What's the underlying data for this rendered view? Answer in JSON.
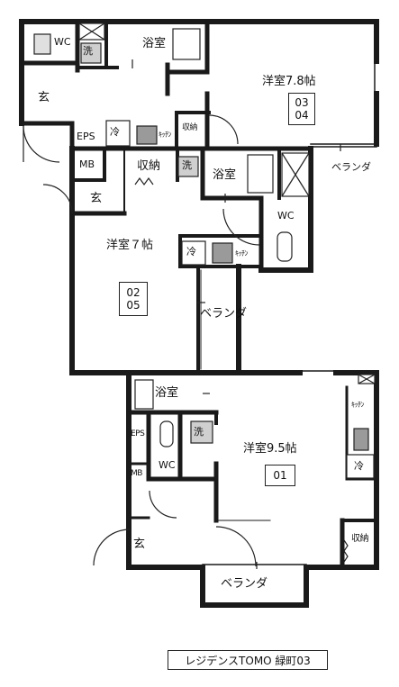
{
  "rooms": {
    "unit_top_right": {
      "name": "洋室7.8帖",
      "codes": [
        "03",
        "04"
      ]
    },
    "unit_middle": {
      "name": "洋室７帖",
      "codes": [
        "02",
        "05"
      ]
    },
    "unit_bottom": {
      "name": "洋室9.5帖",
      "codes": [
        "01"
      ]
    }
  },
  "labels": {
    "wc": "WC",
    "bath": "浴室",
    "entrance": "玄",
    "washer": "洗",
    "fridge": "冷",
    "kitchen": "ｷｯﾁﾝ",
    "storage": "収納",
    "storage_small": "収納",
    "eps": "EPS",
    "mb": "MB",
    "balcony": "ベランダ"
  },
  "caption": "レジデンスTOMO 緑町03"
}
